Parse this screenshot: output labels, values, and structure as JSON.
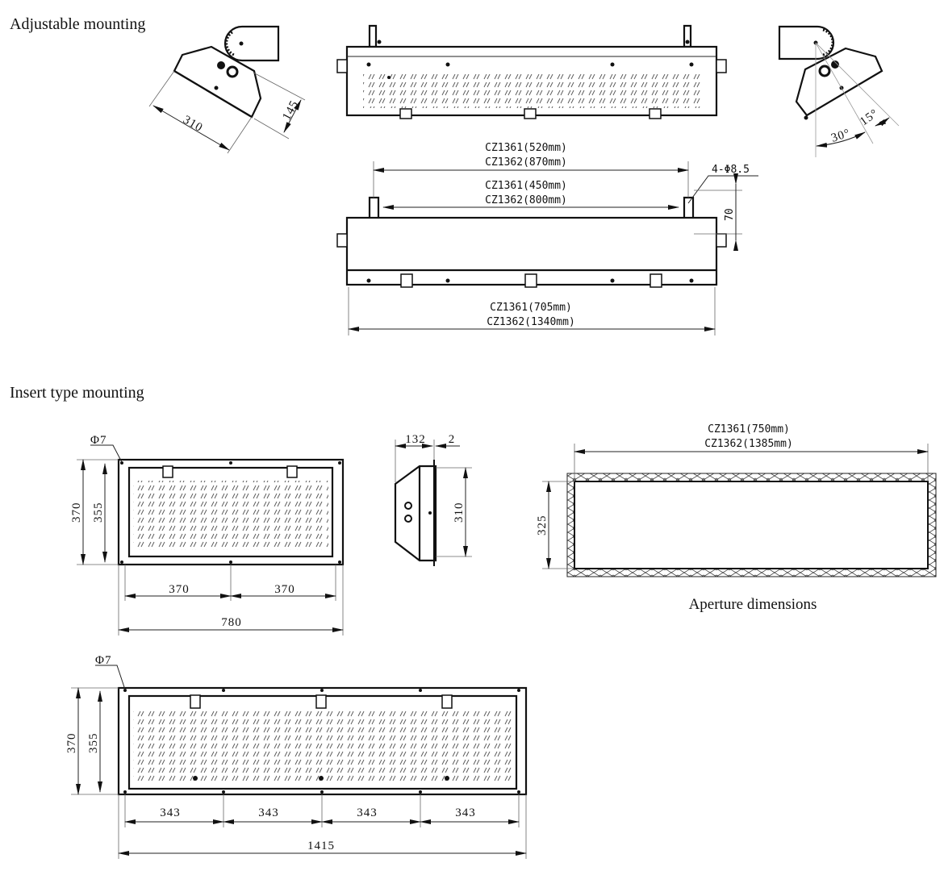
{
  "sections": {
    "adjustable": "Adjustable mounting",
    "insert": "Insert type mounting",
    "aperture": "Aperture dimensions"
  },
  "adjustable": {
    "side_width": "310",
    "side_height": "145",
    "bracket_span_1": "CZ1361(520mm)",
    "bracket_span_2": "CZ1362(870mm)",
    "hole_label": "4-Φ8.5",
    "inner_span_1": "CZ1361(450mm)",
    "inner_span_2": "CZ1362(800mm)",
    "bracket_height": "70",
    "length_1": "CZ1361(705mm)",
    "length_2": "CZ1362(1340mm)",
    "angle_1": "30°",
    "angle_2": "15°"
  },
  "insert_small": {
    "hole": "Φ7",
    "outer_h": "370",
    "inner_h": "355",
    "seg_1": "370",
    "seg_2": "370",
    "total": "780"
  },
  "side": {
    "depth": "132",
    "flange": "2",
    "height": "310"
  },
  "aperture": {
    "w1": "CZ1361(750mm)",
    "w2": "CZ1362(1385mm)",
    "h": "325"
  },
  "insert_large": {
    "hole": "Φ7",
    "outer_h": "370",
    "inner_h": "355",
    "segs": [
      "343",
      "343",
      "343",
      "343"
    ],
    "total": "1415"
  }
}
